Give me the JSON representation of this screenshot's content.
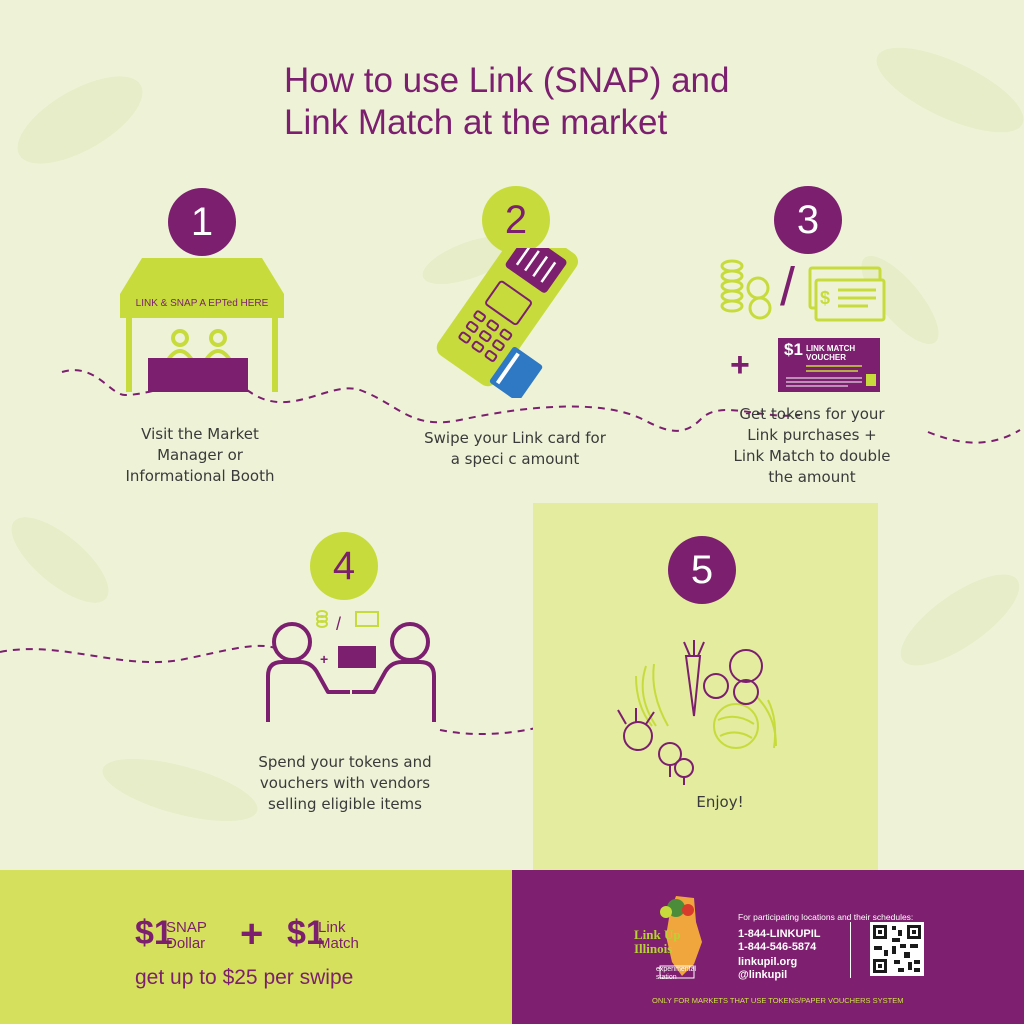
{
  "title": {
    "line1": "How to use Link (SNAP) and",
    "line2": "Link Match at the market"
  },
  "steps": [
    {
      "number": "1",
      "booth_sign": "LINK & SNAP A EPTed HERE",
      "caption": [
        "Visit the Market",
        "Manager or",
        "Informational Booth"
      ]
    },
    {
      "number": "2",
      "caption": [
        "Swipe your Link card for",
        "a speci c amount"
      ]
    },
    {
      "number": "3",
      "voucher_amount": "$1",
      "voucher_title": "LINK MATCH VOUCHER",
      "caption": [
        "Get tokens for your",
        "Link purchases +",
        "Link Match to double",
        "the amount"
      ]
    },
    {
      "number": "4",
      "caption": [
        "Spend your tokens and",
        "vouchers with vendors",
        "selling eligible items"
      ]
    },
    {
      "number": "5",
      "caption": [
        "Enjoy!"
      ]
    }
  ],
  "footer": {
    "snap_amount": "$1",
    "snap_label": [
      "SNAP",
      "Dollar"
    ],
    "plus": "+",
    "match_amount": "$1",
    "match_label": [
      "Link",
      "Match"
    ],
    "tagline": "get up to $25 per swipe",
    "logo_text": "Link Up Illinois",
    "logo_sub": "experimental station",
    "info_heading": "For participating locations and their schedules:",
    "phone1": "1-844-LINKUPIL",
    "phone2": "1-844-546-5874",
    "website": "linkupil.org",
    "handle": "@linkupil",
    "note": "ONLY FOR MARKETS THAT USE TOKENS/PAPER VOUCHERS SYSTEM"
  },
  "colors": {
    "purple": "#7b1f6e",
    "lime": "#c7dc3c",
    "background": "#eef3d8",
    "footer_lime": "#d5e15c",
    "footer_purple": "#7e1f6f"
  }
}
